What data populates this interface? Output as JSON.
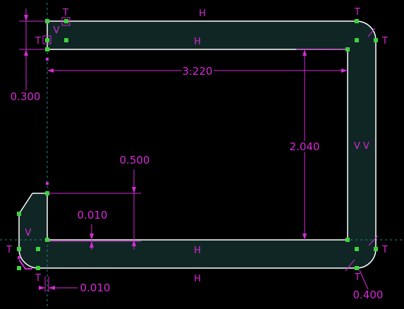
{
  "colors": {
    "background": "#000000",
    "profile": "#ffffff",
    "fill": "#0f2624",
    "dimension": "#d62ad6",
    "handle": "#3fd23f",
    "centerline": "#1e8c8c"
  },
  "dimensions": {
    "top_width": "3.220",
    "right_height": "2.040",
    "top_thickness": "0.300",
    "step_height": "0.500",
    "bottom_offset": "0.010",
    "bottom_left_gap": "0.010",
    "corner_radius": "0.400"
  },
  "constraints": {
    "horizontal": "H",
    "vertical": "V",
    "tangent": "T",
    "right_double_vertical": "V V"
  }
}
